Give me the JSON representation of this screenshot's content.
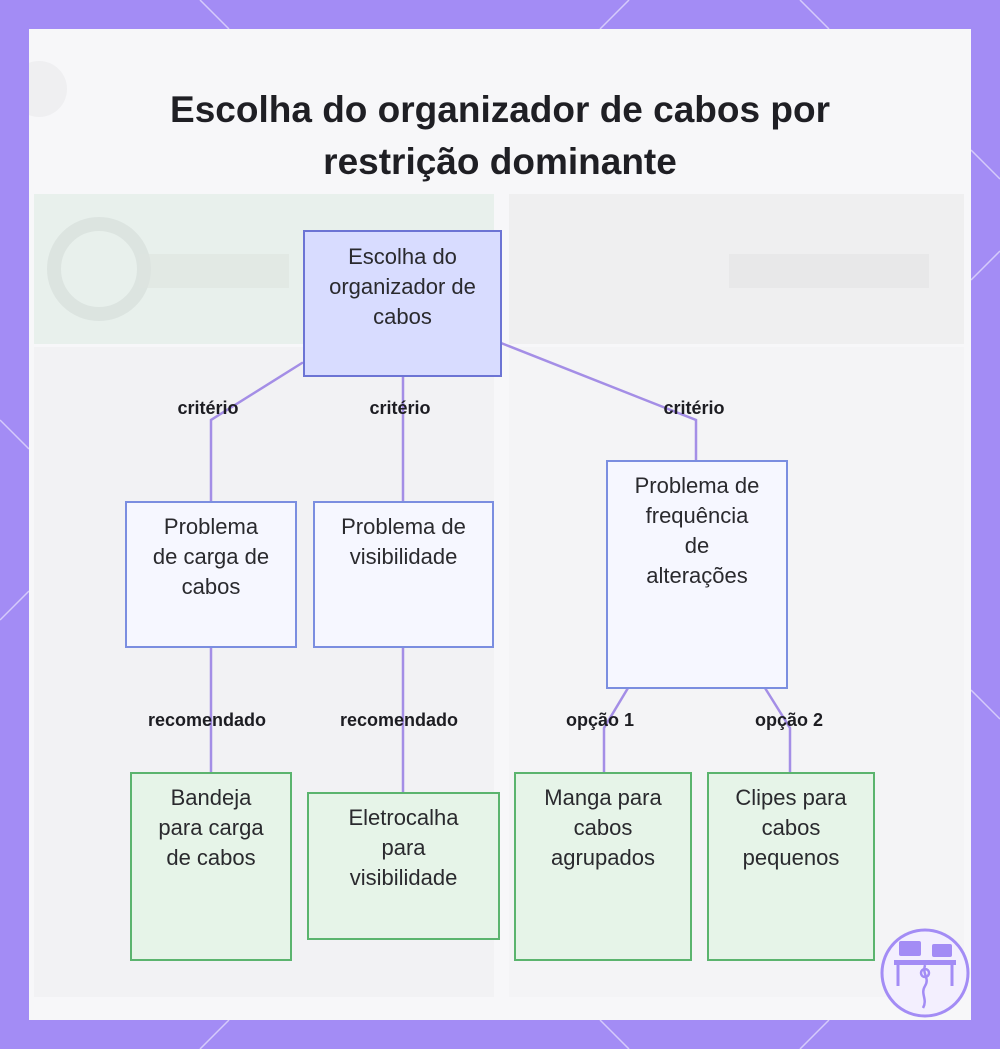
{
  "diagram": {
    "title": "Escolha do organizador de cabos por restrição dominante",
    "root": {
      "label": "Escolha do organizador de cabos"
    },
    "criteria": [
      {
        "edge_label": "critério",
        "label": "Problema de carga de cabos"
      },
      {
        "edge_label": "critério",
        "label": "Problema de visibilidade"
      },
      {
        "edge_label": "critério",
        "label": "Problema de frequência de alterações"
      }
    ],
    "recommendations": [
      {
        "edge_label": "recomendado",
        "label": "Bandeja para carga de cabos"
      },
      {
        "edge_label": "recomendado",
        "label": "Eletrocalha para visibilidade"
      },
      {
        "edge_label": "opção 1",
        "label": "Manga para cabos agrupados"
      },
      {
        "edge_label": "opção 2",
        "label": "Clipes para cabos pequenos"
      }
    ],
    "colors": {
      "frame": "#a38cf5",
      "edge": "#a48ee6",
      "root_fill": "#d8dcff",
      "root_border": "#6c74d4",
      "criterion_fill": "#f6f7ff",
      "criterion_border": "#7b8ee0",
      "recommendation_fill": "#e6f4e8",
      "recommendation_border": "#5bb46e"
    },
    "icons": [
      "desk-cables-logo-icon"
    ]
  }
}
